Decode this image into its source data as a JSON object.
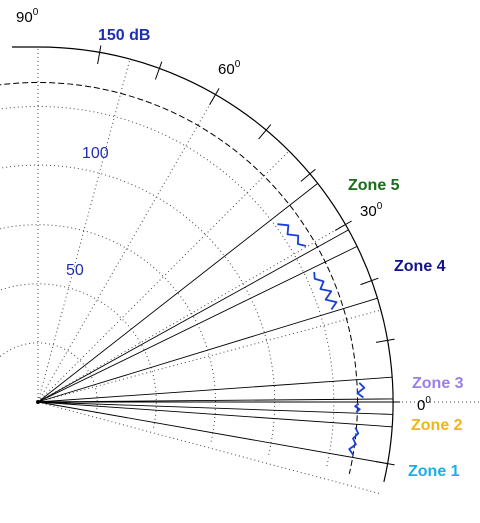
{
  "chart_data": {
    "type": "polar",
    "angle_unit": "degrees",
    "angle_ticks": [
      {
        "value": 90,
        "label": "90",
        "sup": "0"
      },
      {
        "value": 60,
        "label": "60",
        "sup": "0"
      },
      {
        "value": 30,
        "label": "30",
        "sup": "0"
      },
      {
        "value": 0,
        "label": "0",
        "sup": "0"
      }
    ],
    "radial_range": [
      0,
      150
    ],
    "radial_ticks": [
      {
        "value": 50,
        "label": "50"
      },
      {
        "value": 100,
        "label": "100"
      },
      {
        "value": 150,
        "label": "150 dB"
      }
    ],
    "reference_level_db": 135,
    "radial_tick_color": "#1f2fb5",
    "zones": [
      {
        "name": "Zone 1",
        "color": "#1ab0e6",
        "angle_range": [
          -10,
          -4
        ],
        "curve": [
          [
            -9.5,
            135
          ],
          [
            -8.6,
            133
          ],
          [
            -7.6,
            135.5
          ],
          [
            -6.6,
            134
          ],
          [
            -5.6,
            136
          ],
          [
            -4.6,
            134.5
          ]
        ]
      },
      {
        "name": "Zone 2",
        "color": "#f2b21c",
        "angle_range": [
          -2,
          0
        ],
        "curve": [
          [
            -1.8,
            134.5
          ],
          [
            -1.3,
            136
          ],
          [
            -0.8,
            134
          ],
          [
            -0.3,
            135.5
          ]
        ]
      },
      {
        "name": "Zone 3",
        "color": "#9b7fe8",
        "angle_range": [
          0.5,
          4
        ],
        "curve": [
          [
            0.8,
            137.5
          ],
          [
            1.6,
            135
          ],
          [
            2.5,
            138
          ],
          [
            3.4,
            136
          ]
        ]
      },
      {
        "name": "Zone 4",
        "color": "#12128c",
        "angle_range": [
          17,
          26
        ],
        "curve": [
          [
            17.5,
            130
          ],
          [
            18.5,
            133
          ],
          [
            19.6,
            129
          ],
          [
            20.7,
            132.5
          ],
          [
            21.8,
            128.5
          ],
          [
            22.9,
            131
          ],
          [
            24,
            128
          ],
          [
            25.2,
            129
          ]
        ]
      },
      {
        "name": "Zone 5",
        "color": "#1a6b1a",
        "angle_range": [
          29,
          38
        ],
        "curve": [
          [
            30.2,
            131
          ],
          [
            31.3,
            128.5
          ],
          [
            32.6,
            130.5
          ],
          [
            33.9,
            127
          ],
          [
            35.2,
            129.5
          ],
          [
            36.6,
            126
          ]
        ]
      }
    ]
  }
}
